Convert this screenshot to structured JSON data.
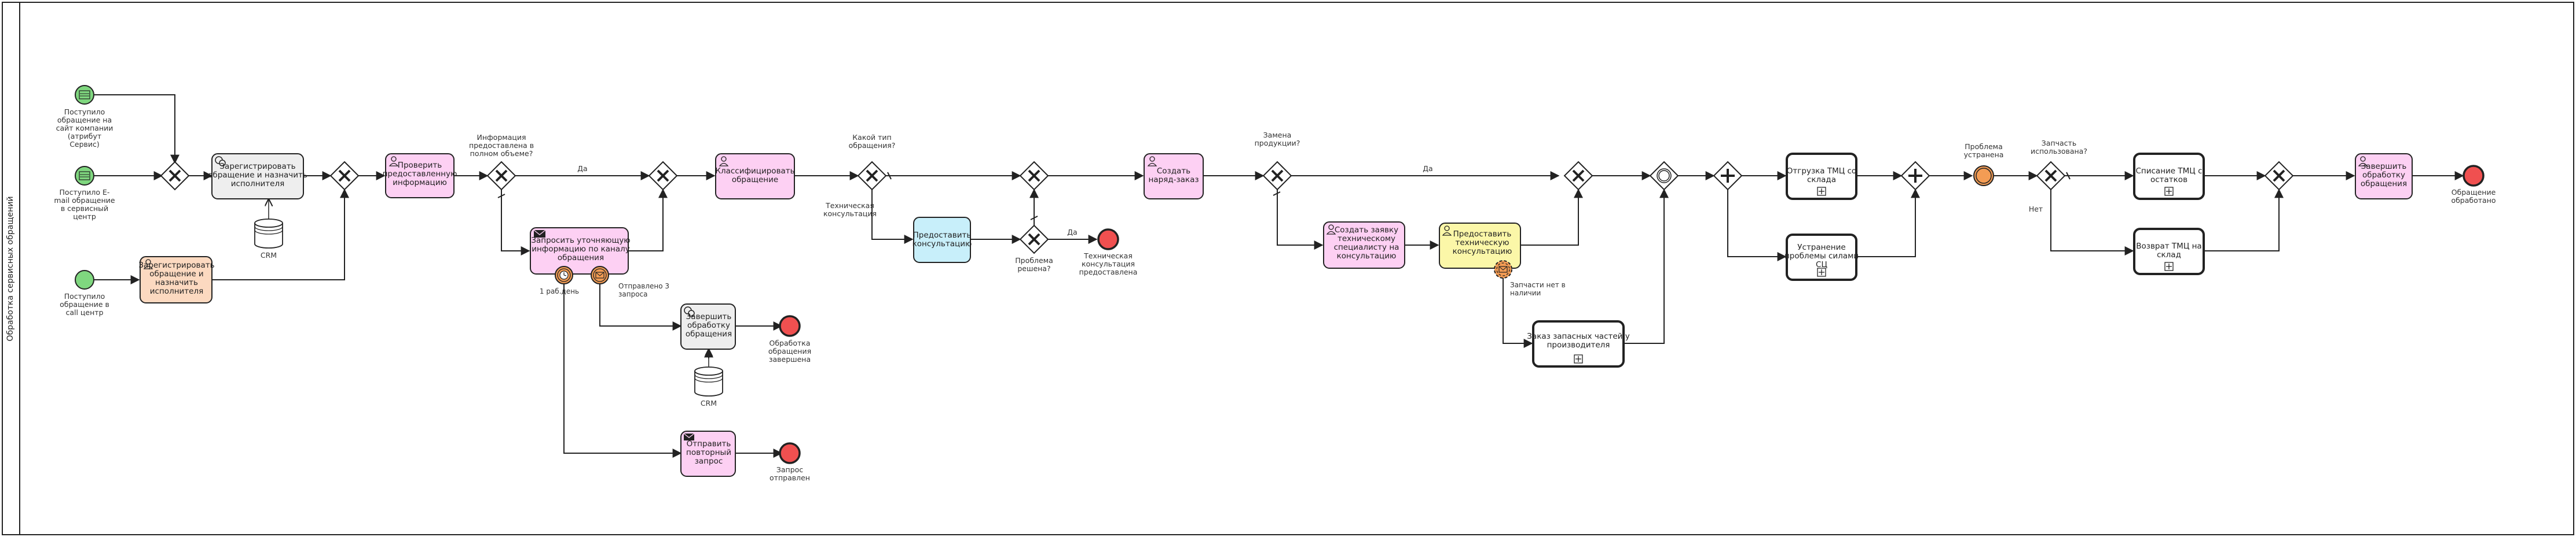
{
  "pool": {
    "title": "Обработка сервисных обращений"
  },
  "colors": {
    "start": "#7fd77f",
    "end": "#f05050",
    "intermediate": "#f39c54",
    "user_task": "#fdd0f3",
    "manual_task": "#fcd9c0",
    "service_task": "#eeeeee",
    "consult_task": "#c8effa",
    "provide_task": "#fbf7a8"
  },
  "events": {
    "start_site": {
      "label": [
        "Поступило",
        "обращение на",
        "сайт компании",
        "(атрибут",
        "Сервис)"
      ]
    },
    "start_email": {
      "label": [
        "Поступило E-",
        "mail обращение",
        "в сервисный",
        "центр"
      ]
    },
    "start_call": {
      "label": [
        "Поступило",
        "обращение в",
        "call центр"
      ]
    },
    "end_done": {
      "label": [
        "Обработка",
        "обращения",
        "завершена"
      ]
    },
    "end_requery": {
      "label": [
        "Запрос",
        "отправлен"
      ]
    },
    "end_consult": {
      "label": [
        "Техническая",
        "консультация",
        "предоставлена"
      ]
    },
    "end_final": {
      "label": [
        "Обращение",
        "обработано"
      ]
    },
    "timer_1day": {
      "label": [
        "1 раб.день"
      ]
    },
    "msg_3req": {
      "label": [
        "Отправлено 3",
        "запроса"
      ]
    },
    "parts_missing": {
      "label": [
        "Запчасти нет в",
        "наличии"
      ]
    },
    "problem_fixed": {
      "label": [
        "Проблема",
        "устранена"
      ]
    }
  },
  "tasks": {
    "register_auto": {
      "label": [
        "Зарегистрировать",
        "обращение и назначить",
        "исполнителя"
      ]
    },
    "register_manual": {
      "label": [
        "Зарегистрировать",
        "обращение и",
        "назначить",
        "исполнителя"
      ]
    },
    "check_info": {
      "label": [
        "Проверить",
        "предоставленную",
        "информацию"
      ]
    },
    "request_info": {
      "label": [
        "Запросить уточняющую",
        "информацию по каналу",
        "обращения"
      ]
    },
    "finish_processing": {
      "label": [
        "Завершить",
        "обработку",
        "обращения"
      ]
    },
    "send_repeat": {
      "label": [
        "Отправить",
        "повторный",
        "запрос"
      ]
    },
    "classify": {
      "label": [
        "Классифицировать",
        "обращение"
      ]
    },
    "consult": {
      "label": [
        "Предоставить",
        "консультацию"
      ]
    },
    "create_order": {
      "label": [
        "Создать",
        "наряд-заказ"
      ]
    },
    "create_request": {
      "label": [
        "Создать заявку",
        "техническому",
        "специалисту на",
        "консультацию"
      ]
    },
    "provide_consult": {
      "label": [
        "Предоставить",
        "техническую",
        "консультацию"
      ]
    },
    "order_parts": {
      "label": [
        "Заказ запасных частей у",
        "производителя"
      ]
    },
    "ship_tmc": {
      "label": [
        "Отгрузка ТМЦ со",
        "склада"
      ]
    },
    "fix_problem": {
      "label": [
        "Устранение",
        "проблемы силами",
        "СЦ"
      ]
    },
    "writeoff": {
      "label": [
        "Списание ТМЦ с",
        "остатков"
      ]
    },
    "return_tmc": {
      "label": [
        "Возврат ТМЦ на",
        "склад"
      ]
    },
    "finish_final": {
      "label": [
        "Завершить",
        "обработку",
        "обращения"
      ]
    }
  },
  "data_stores": {
    "crm1": {
      "label": "CRM"
    },
    "crm2": {
      "label": "CRM"
    }
  },
  "gateway_labels": {
    "info_full": [
      "Информация",
      "предоставлена в",
      "полном объеме?"
    ],
    "request_type": [
      "Какой тип",
      "обращения?"
    ],
    "replace_product": [
      "Замена",
      "продукции?"
    ],
    "problem_solved": [
      "Проблема",
      "решена?"
    ],
    "spare_used": [
      "Запчасть",
      "использована?"
    ]
  },
  "flow_labels": {
    "yes_1": "Да",
    "yes_2": "Да",
    "yes_3": "Да",
    "tech_consult": [
      "Техническая",
      "консультация"
    ],
    "no_1": "Нет"
  }
}
